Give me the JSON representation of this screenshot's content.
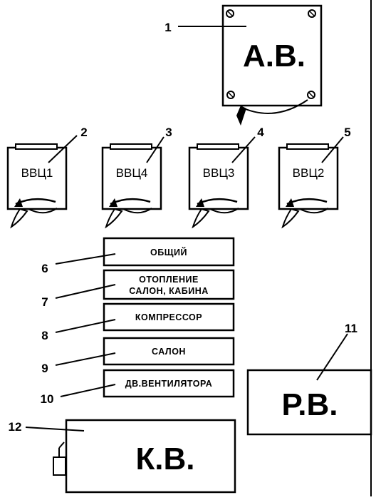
{
  "main_breaker": {
    "number": "1",
    "label": "А.В."
  },
  "small_breakers": [
    {
      "number": "2",
      "label": "ВВЦ1"
    },
    {
      "number": "3",
      "label": "ВВЦ4"
    },
    {
      "number": "4",
      "label": "ВВЦ3"
    },
    {
      "number": "5",
      "label": "ВВЦ2"
    }
  ],
  "switches": [
    {
      "number": "6",
      "line1": "ОБЩИЙ",
      "line2": ""
    },
    {
      "number": "7",
      "line1": "ОТОПЛЕНИЕ",
      "line2": "САЛОН, КАБИНА"
    },
    {
      "number": "8",
      "line1": "КОМПРЕССОР",
      "line2": ""
    },
    {
      "number": "9",
      "line1": "САЛОН",
      "line2": ""
    },
    {
      "number": "10",
      "line1": "ДВ.ВЕНТИЛЯТОРА",
      "line2": ""
    }
  ],
  "relay": {
    "number": "11",
    "label": "Р.В."
  },
  "contactor": {
    "number": "12",
    "label": "К.В."
  }
}
